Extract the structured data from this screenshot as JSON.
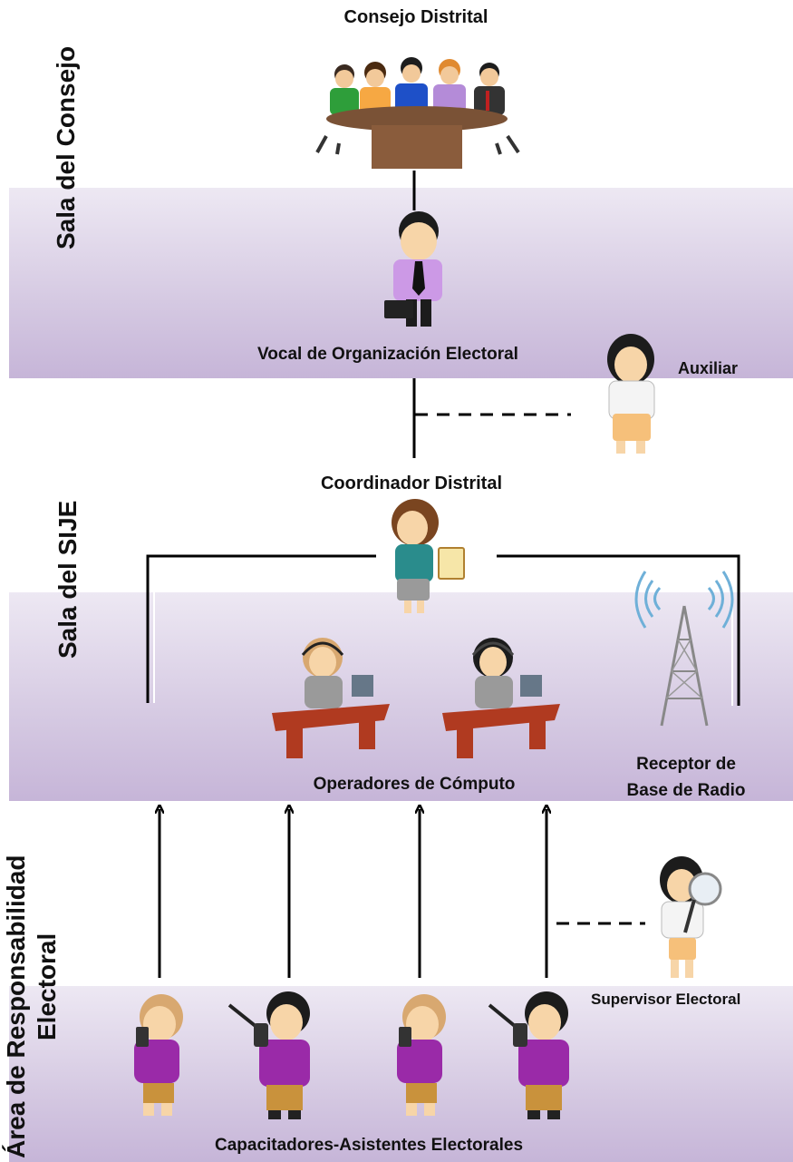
{
  "title": "Consejo Distrital",
  "sections": {
    "consejo": "Sala del Consejo",
    "sije": "Sala del SIJE",
    "area_line1": "Área de Responsabilidad",
    "area_line2": "Electoral"
  },
  "roles": {
    "vocal": "Vocal de Organización Electoral",
    "auxiliar": "Auxiliar",
    "coordinador": "Coordinador Distrital",
    "operadores": "Operadores de Cómputo",
    "receptor_line1": "Receptor de",
    "receptor_line2": "Base de Radio",
    "supervisor": "Supervisor Electoral",
    "capacitadores": "Capacitadores-Asistentes Electorales"
  },
  "colors": {
    "band": "#cfc2de",
    "line": "#000000",
    "shirt_purple": "#9a2aa8",
    "shirt_lilac": "#cc99e6",
    "skin": "#f7d5a8"
  }
}
